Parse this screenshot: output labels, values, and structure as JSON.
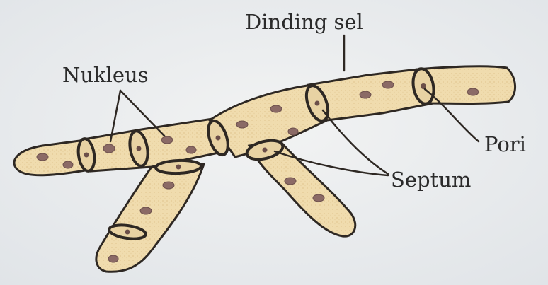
{
  "labels": {
    "dinding_sel": "Dinding sel",
    "nukleus": "Nukleus",
    "pori": "Pori",
    "septum": "Septum"
  },
  "colors": {
    "background": "#e9ecef",
    "cell_fill": "#f1ddb0",
    "cell_fill_light": "#f7e8c6",
    "outline": "#2e2823",
    "nucleus": "#8b6a66",
    "septum_inner": "#e8d2a3"
  }
}
